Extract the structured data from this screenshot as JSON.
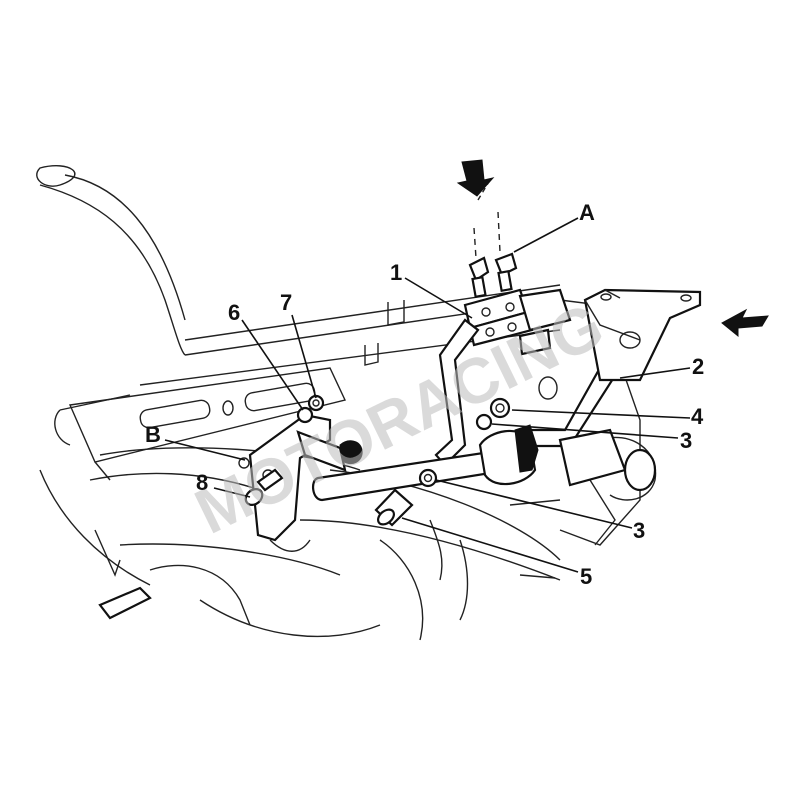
{
  "watermark": "MOTORACING",
  "callouts": {
    "A": "A",
    "B": "B",
    "1": "1",
    "2": "2",
    "3a": "3",
    "3b": "3",
    "4": "4",
    "5": "5",
    "6": "6",
    "7": "7",
    "8": "8"
  }
}
